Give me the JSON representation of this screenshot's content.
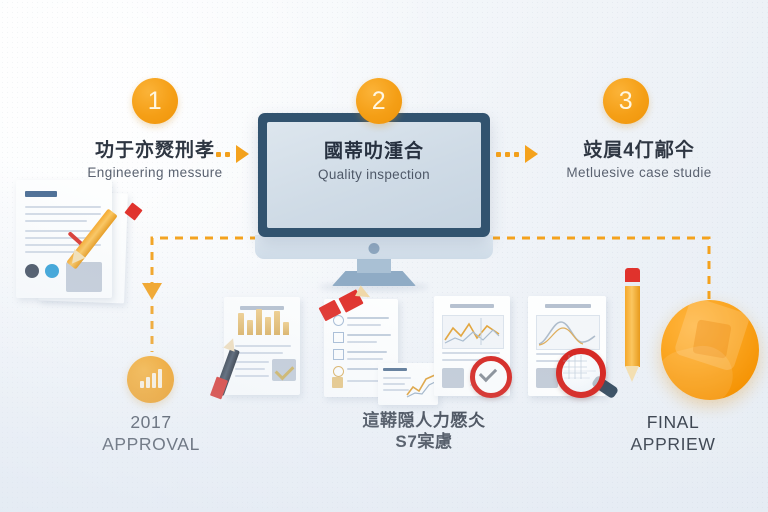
{
  "theme": {
    "accent_orange": "#F5A21E",
    "dark_navy": "#32536F",
    "red": "#D62A25",
    "text_dark": "#3A424E",
    "background": "#EEF2F7"
  },
  "steps": [
    {
      "number": "1",
      "title_cn": "功于亦燹刑孝",
      "title_en": "Engineering messure"
    },
    {
      "number": "2",
      "title_cn": "國蒂叻湩合",
      "title_en": "Quality inspection"
    },
    {
      "number": "3",
      "title_cn": "攱屓4仃鄗仐",
      "title_en": "Metluesive case studie"
    }
  ],
  "monitor": {
    "screen_title_cn": "國蒂叻湩合",
    "screen_title_en": "Quality inspection"
  },
  "captions": [
    {
      "line1": "2017",
      "line2": "APPROVAL",
      "script": "latin"
    },
    {
      "line1": "這鞯隠人力憠仌",
      "line2": "S7宲慮",
      "script": "cjk"
    },
    {
      "line1": "FINAL",
      "line2": "APPRIEW",
      "script": "latin"
    }
  ],
  "icons": {
    "chart_badge": "bar-chart-icon",
    "flow_arrow": "arrow-right-icon",
    "magnifier": "magnifier-icon",
    "checkmark": "check-circle-icon",
    "pencil": "pencil-icon",
    "sphere": "orange-sphere-icon"
  },
  "chart_badge_bars": [
    8,
    12,
    16,
    20
  ]
}
